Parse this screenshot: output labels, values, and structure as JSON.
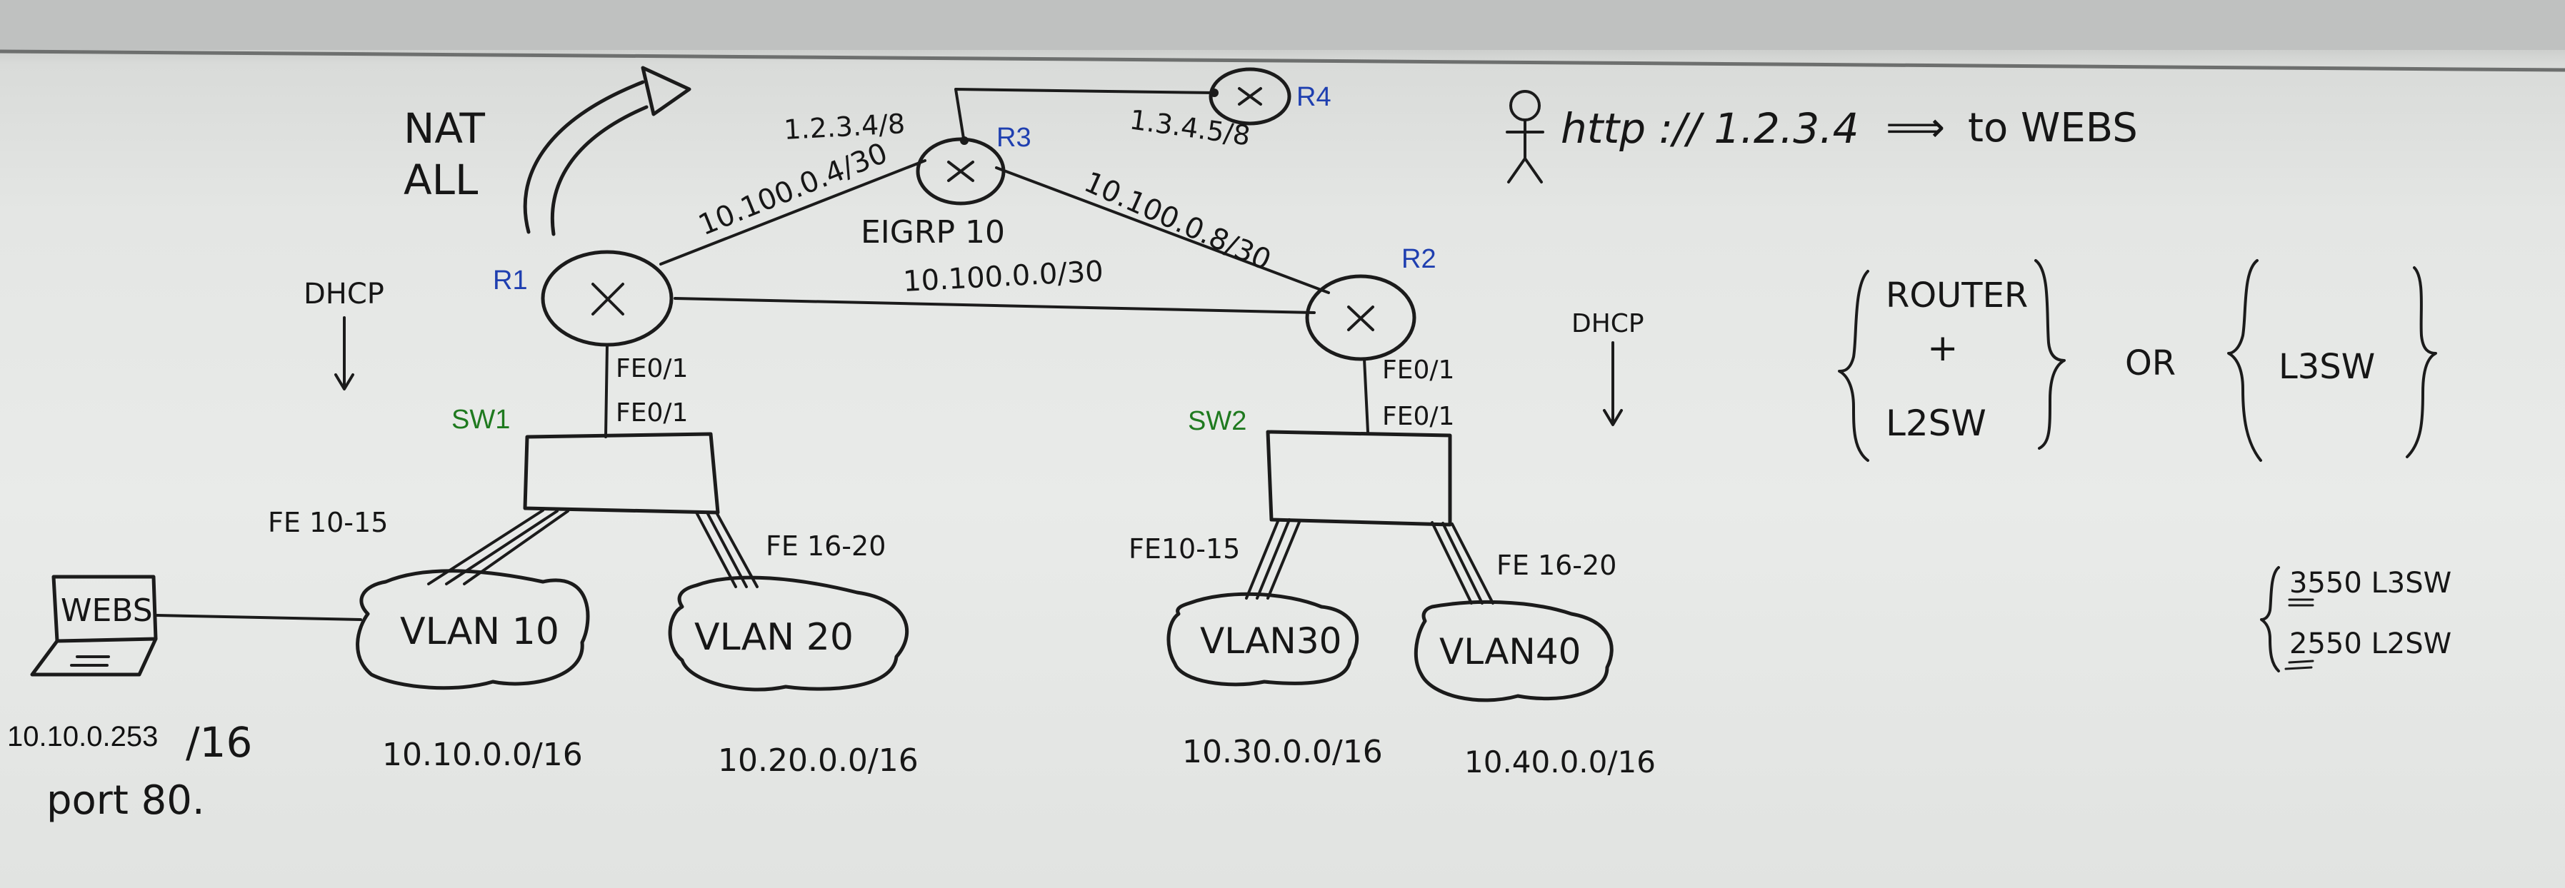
{
  "diagram": {
    "nat_label_line1": "NAT",
    "nat_label_line2": "ALL",
    "dhcp_left": "DHCP",
    "dhcp_right": "DHCP",
    "routers": {
      "r1": "R1",
      "r2": "R2",
      "r3": "R3",
      "r4": "R4"
    },
    "switches": {
      "sw1": "SW1",
      "sw2": "SW2"
    },
    "links": {
      "r3_public_ip": "1.2.3.4/8",
      "r4_public_ip": "1.3.4.5/8",
      "r1_r3": "10.100.0.4/30",
      "r3_r2": "10.100.0.8/30",
      "r1_r2": "10.100.0.0/30",
      "routing_protocol": "EIGRP 10"
    },
    "ports": {
      "r1_port": "FE0/1",
      "sw1_port": "FE0/1",
      "r2_port": "FE0/1",
      "sw2_port": "FE0/1",
      "sw1_left_range": "FE 10-15",
      "sw1_right_range": "FE 16-20",
      "sw2_left_range": "FE10-15",
      "sw2_right_range": "FE 16-20"
    },
    "vlans": {
      "vlan10": "VLAN 10",
      "vlan20": "VLAN 20",
      "vlan30": "VLAN30",
      "vlan40": "VLAN40"
    },
    "subnets": {
      "vlan10": "10.10.0.0/16",
      "vlan20": "10.20.0.0/16",
      "vlan30": "10.30.0.0/16",
      "vlan40": "10.40.0.0/16"
    },
    "server": {
      "name": "WEBS",
      "ip": "10.10.0.253",
      "mask": "/16",
      "port": "port 80."
    }
  },
  "notes": {
    "url": "http :// 1.2.3.4",
    "arrow": "⟹",
    "target": "to WEBS",
    "option_a_line1": "ROUTER",
    "option_a_line2": "+",
    "option_a_line3": "L2SW",
    "or_label": "OR",
    "option_b": "L3SW",
    "model_3550": "3550 L3SW",
    "model_2550": "2550 L2SW"
  },
  "colors": {
    "ink": "#1b1b1b",
    "router_label": "#1f3fb0",
    "switch_label": "#1f7a1f",
    "board": "#e8eae8"
  }
}
